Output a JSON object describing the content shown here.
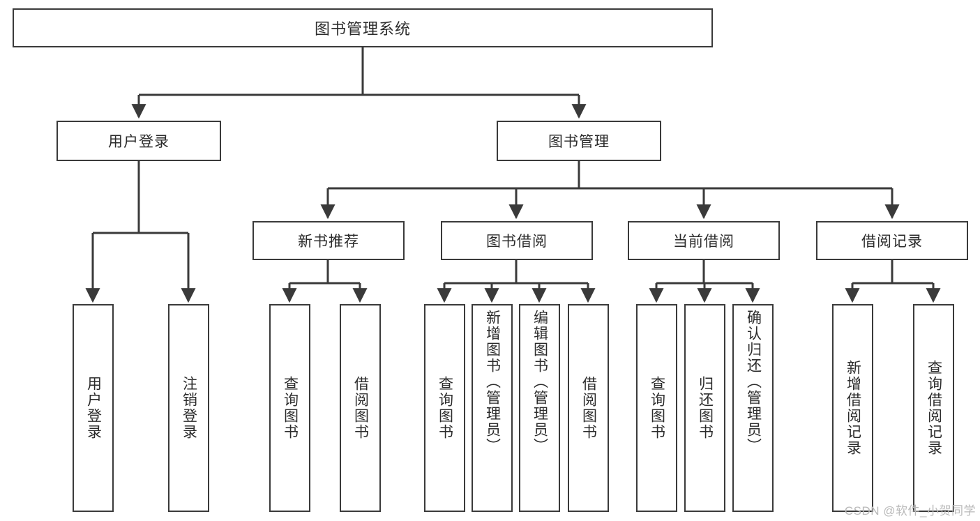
{
  "diagram": {
    "title": "图书管理系统",
    "type": "hierarchy-tree",
    "root": {
      "label": "图书管理系统"
    },
    "level2": [
      {
        "label": "用户登录"
      },
      {
        "label": "图书管理"
      }
    ],
    "level3": [
      {
        "label": "新书推荐"
      },
      {
        "label": "图书借阅"
      },
      {
        "label": "当前借阅"
      },
      {
        "label": "借阅记录"
      }
    ],
    "leaves": {
      "user_login": [
        {
          "label": "用户登录"
        },
        {
          "label": "注销登录"
        }
      ],
      "new_book": [
        {
          "label": "查询图书"
        },
        {
          "label": "借阅图书"
        }
      ],
      "book_borrow": [
        {
          "label": "查询图书"
        },
        {
          "label": "新增图书（管理员）"
        },
        {
          "label": "编辑图书（管理员）"
        },
        {
          "label": "借阅图书"
        }
      ],
      "current_borrow": [
        {
          "label": "查询图书"
        },
        {
          "label": "归还图书"
        },
        {
          "label": "确认归还（管理员）"
        }
      ],
      "borrow_record": [
        {
          "label": "新增借阅记录"
        },
        {
          "label": "查询借阅记录"
        }
      ]
    }
  },
  "watermark": {
    "text": "CSDN @软件_小贺同学"
  },
  "colors": {
    "box_border": "#3a3a3a",
    "line": "#3a3a3a",
    "text": "#2b2b2b",
    "background": "#ffffff",
    "watermark": "#b9b9b9"
  }
}
